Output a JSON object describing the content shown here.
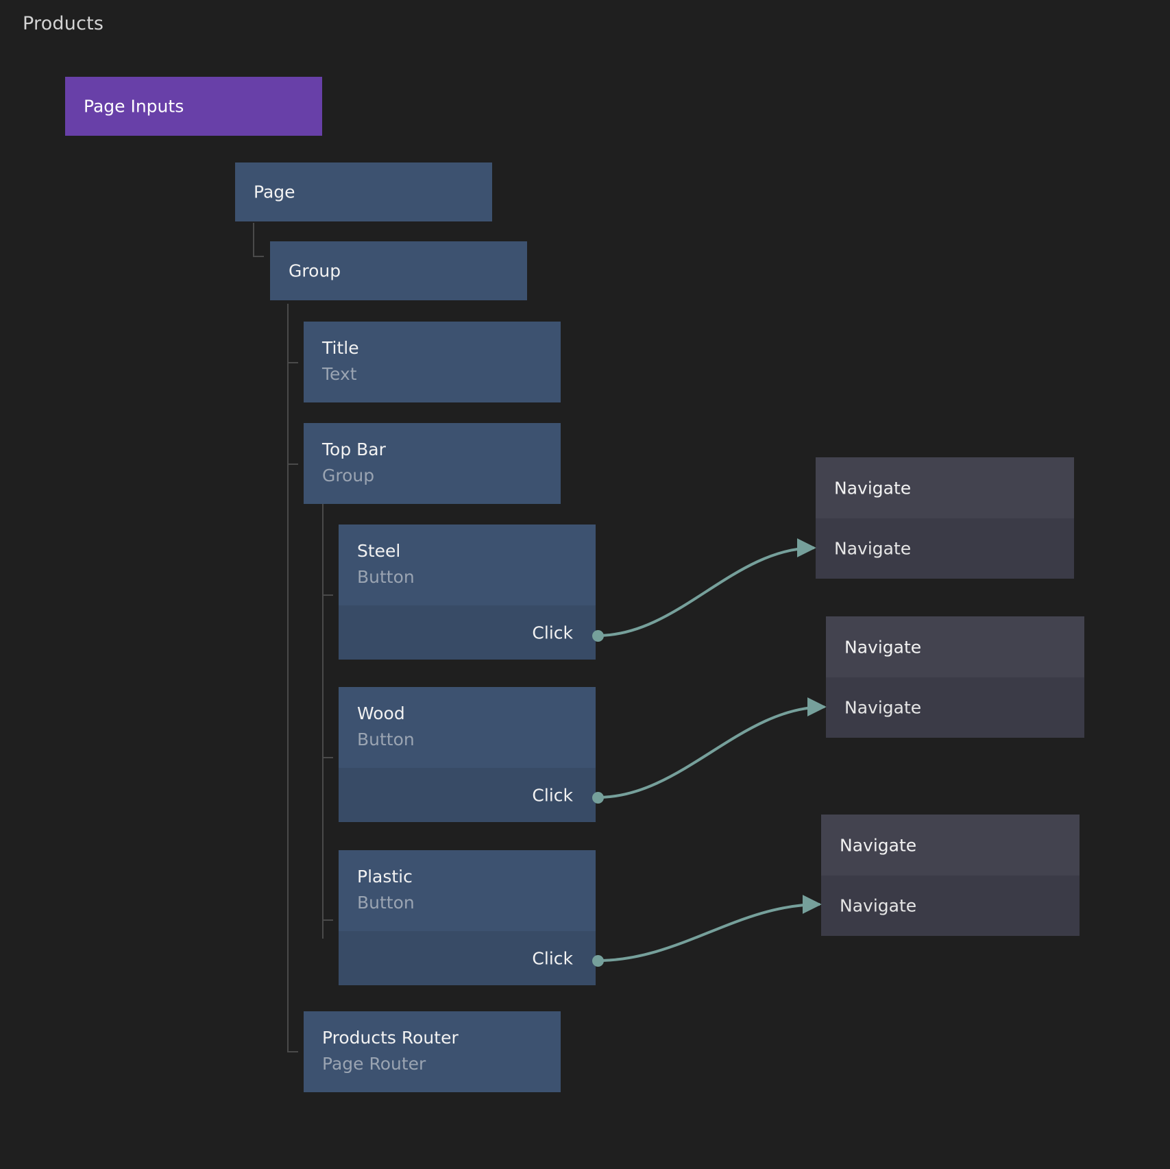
{
  "theme": {
    "background": "#1f1f1f",
    "node_blue": "#3d5270",
    "node_blue_event": "#384b66",
    "node_purple": "#6840a8",
    "node_action_header": "#43434f",
    "node_action_body": "#3b3b47",
    "edge_color": "#76a09b",
    "tree_line": "#4a4a4a",
    "text_primary": "#f2f2f2",
    "text_secondary": "#9aa4b2"
  },
  "page": {
    "title": "Products"
  },
  "tree": {
    "page_inputs": {
      "label": "Page Inputs"
    },
    "nodes": [
      {
        "id": "page",
        "title": "Page",
        "subtitle": ""
      },
      {
        "id": "group",
        "title": "Group",
        "subtitle": ""
      },
      {
        "id": "title",
        "title": "Title",
        "subtitle": "Text"
      },
      {
        "id": "top-bar",
        "title": "Top Bar",
        "subtitle": "Group"
      },
      {
        "id": "steel",
        "title": "Steel",
        "subtitle": "Button",
        "event": "Click"
      },
      {
        "id": "wood",
        "title": "Wood",
        "subtitle": "Button",
        "event": "Click"
      },
      {
        "id": "plastic",
        "title": "Plastic",
        "subtitle": "Button",
        "event": "Click"
      },
      {
        "id": "products-router",
        "title": "Products Router",
        "subtitle": "Page Router"
      }
    ]
  },
  "actions": [
    {
      "id": "navigate-steel",
      "header": "Navigate",
      "row": "Navigate"
    },
    {
      "id": "navigate-wood",
      "header": "Navigate",
      "row": "Navigate"
    },
    {
      "id": "navigate-plastic",
      "header": "Navigate",
      "row": "Navigate"
    }
  ],
  "connections": [
    {
      "from": "steel-click",
      "to": "navigate-steel"
    },
    {
      "from": "wood-click",
      "to": "navigate-wood"
    },
    {
      "from": "plastic-click",
      "to": "navigate-plastic"
    }
  ]
}
